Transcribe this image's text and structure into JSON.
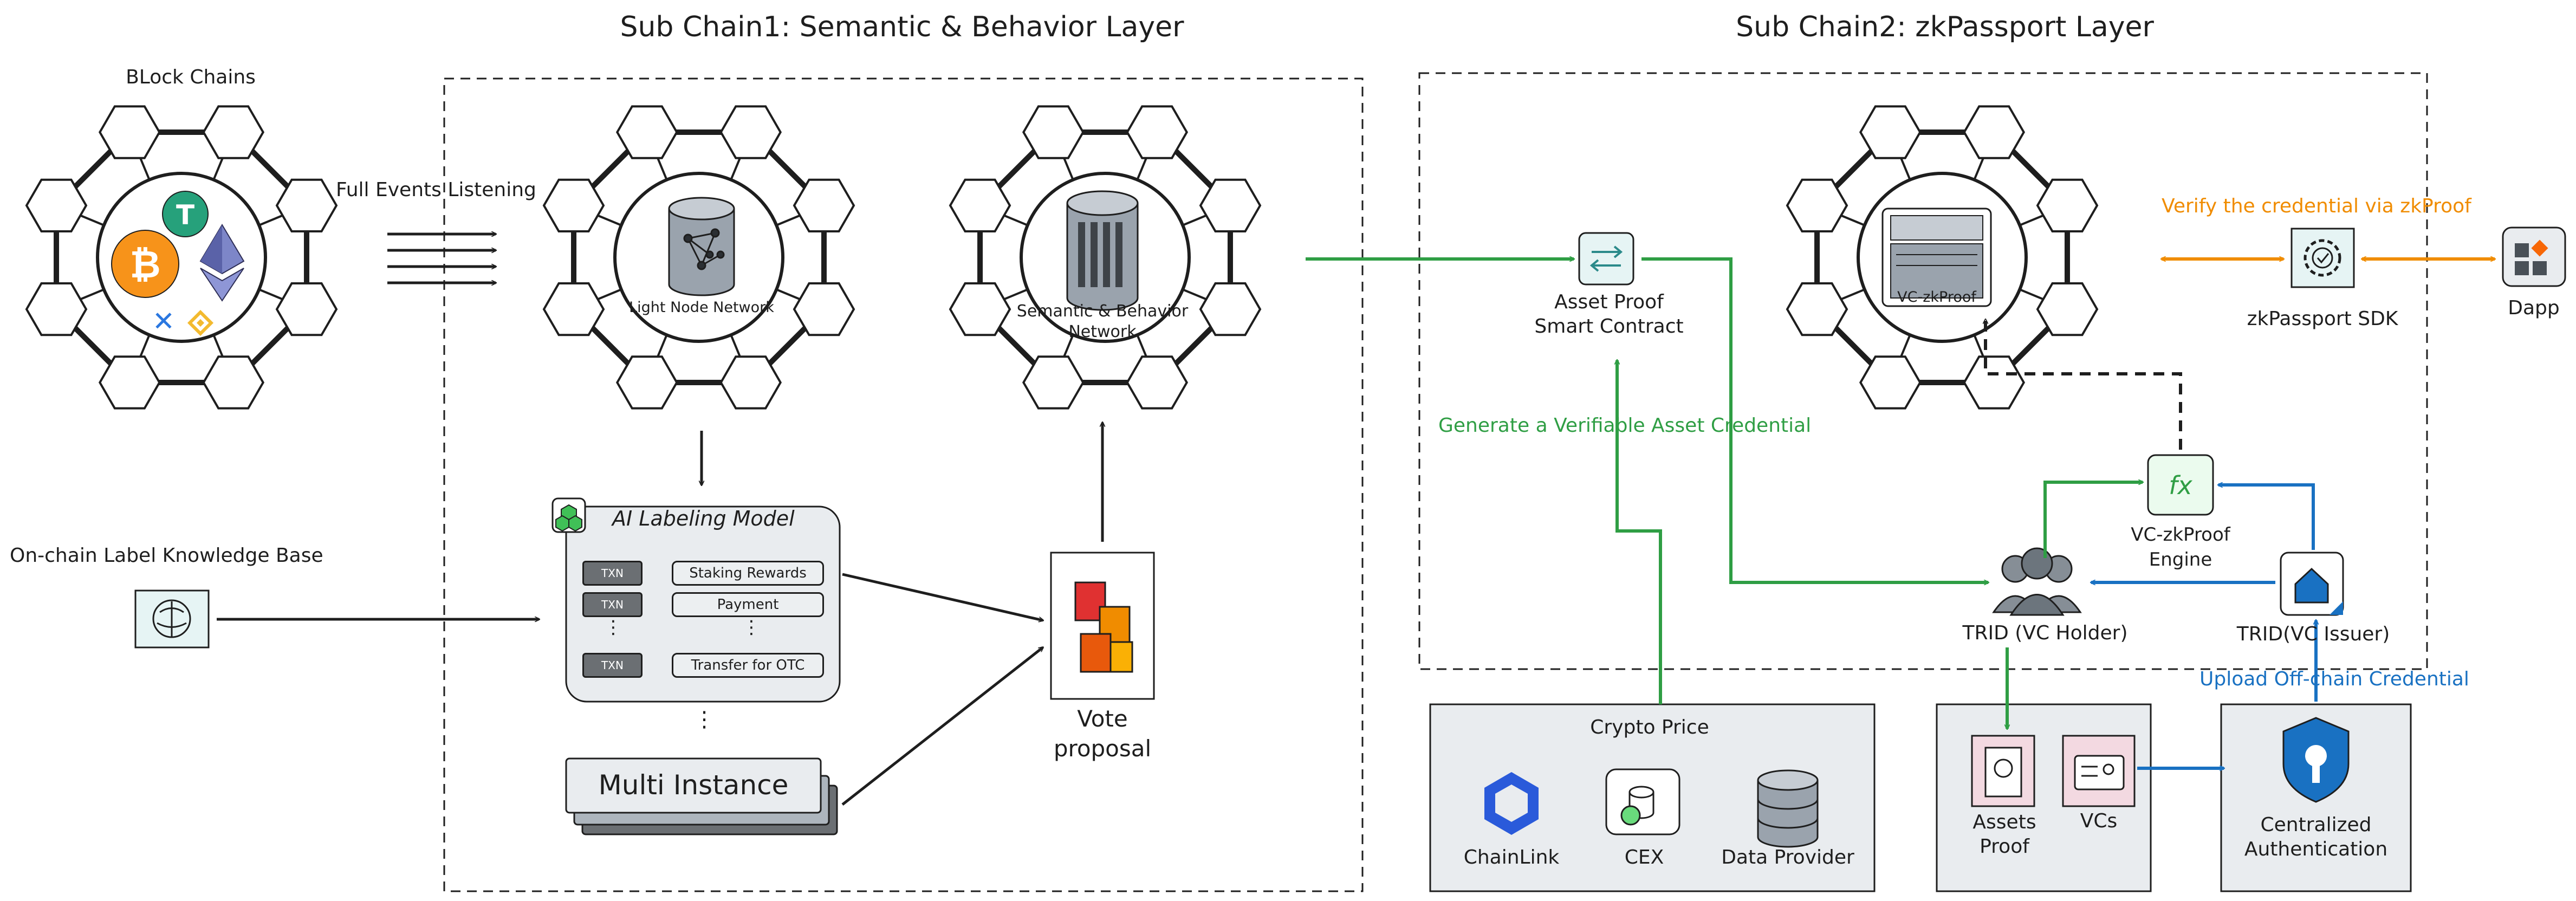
{
  "titles": {
    "sub_chain1": "Sub Chain1: Semantic & Behavior Layer",
    "sub_chain2": "Sub Chain2: zkPassport Layer"
  },
  "left": {
    "block_chains": "BLock Chains",
    "full_events": "Full Events Listening",
    "knowledge_base": "On-chain Label Knowledge Base"
  },
  "chain1": {
    "light_node": "Light Node Network",
    "semantic_network": "Semantic & Behavior\nNetwork",
    "ai_model": "AI Labeling Model",
    "txn_label": "TXN",
    "rows": [
      "Staking Rewards",
      "Payment",
      "Transfer for OTC"
    ],
    "ellipsis": "⋮",
    "multi_instance": "Multi Instance",
    "vote": "Vote\nproposal"
  },
  "chain2": {
    "asset_proof_contract": "Asset Proof\nSmart Contract",
    "generate_credential": "Generate a Verifiable Asset Credential",
    "vc_zkproof": "VC-zkProof",
    "verify": "Verify the credential via zkProof",
    "zkpassport_sdk": "zkPassport SDK",
    "dapp": "Dapp",
    "engine": "VC-zkProof\nEngine",
    "engine_symbol": "fx",
    "trid_holder": "TRID (VC Holder)",
    "trid_issuer": "TRID(VC Issuer)",
    "upload": "Upload Off-chain Credential"
  },
  "bottom": {
    "crypto_price": "Crypto Price",
    "chainlink": "ChainLink",
    "cex": "CEX",
    "data_provider": "Data Provider",
    "assets_proof": "Assets\nProof",
    "vcs": "VCs",
    "central_auth": "Centralized\nAuthentication"
  },
  "colors": {
    "green": "#2f9e44",
    "orange": "#f08c00",
    "blue": "#1971c2",
    "ink": "#1e1e1e"
  }
}
